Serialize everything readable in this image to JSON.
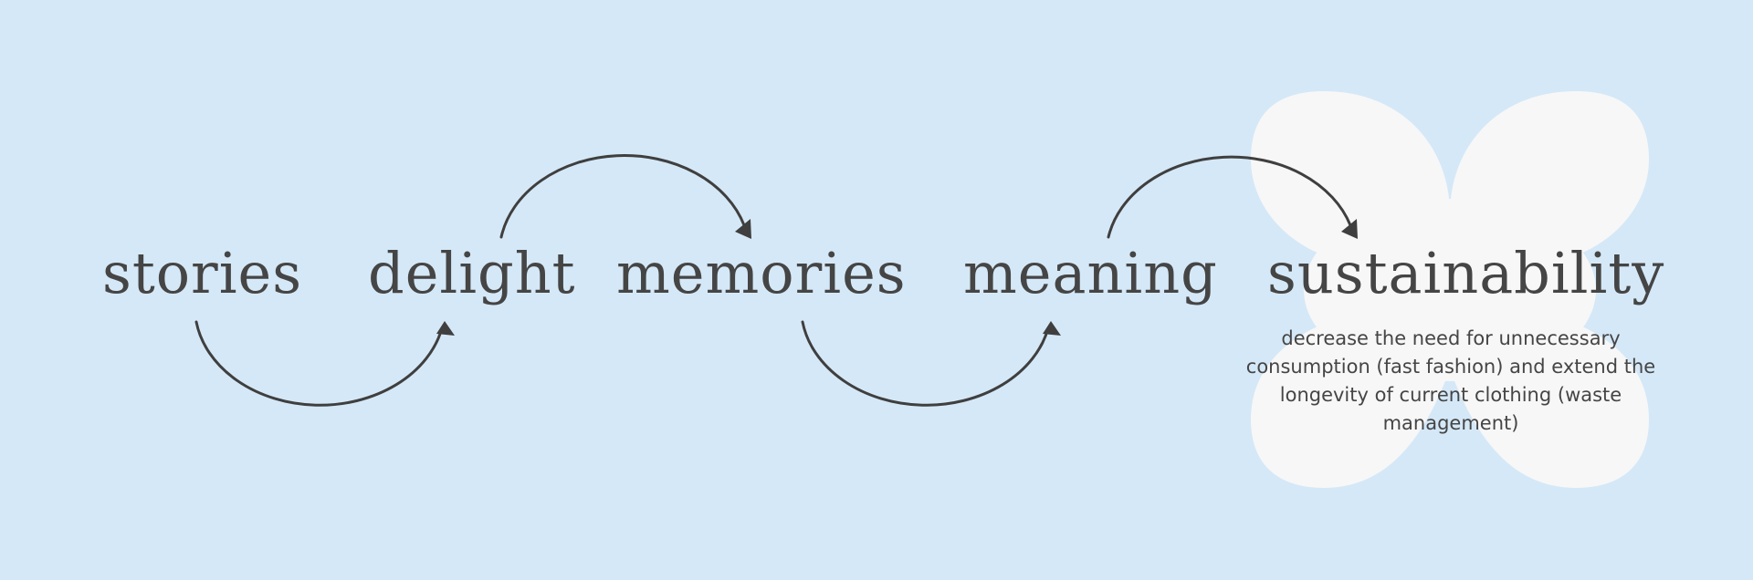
{
  "diagram": {
    "nodes": [
      {
        "id": "stories",
        "label": "stories"
      },
      {
        "id": "delight",
        "label": "delight"
      },
      {
        "id": "memories",
        "label": "memories"
      },
      {
        "id": "meaning",
        "label": "meaning"
      },
      {
        "id": "sustainability",
        "label": "sustainability"
      }
    ],
    "edges": [
      {
        "from": "stories",
        "to": "delight"
      },
      {
        "from": "delight",
        "to": "memories"
      },
      {
        "from": "memories",
        "to": "meaning"
      },
      {
        "from": "meaning",
        "to": "sustainability"
      }
    ],
    "description": "decrease the need for unnecessary consumption (fast fashion) and extend the longevity of current clothing (waste management)"
  },
  "colors": {
    "background": "#d5e8f7",
    "text": "#454545",
    "arrow": "#3f3f3f",
    "blob": "#f7f7f7"
  }
}
